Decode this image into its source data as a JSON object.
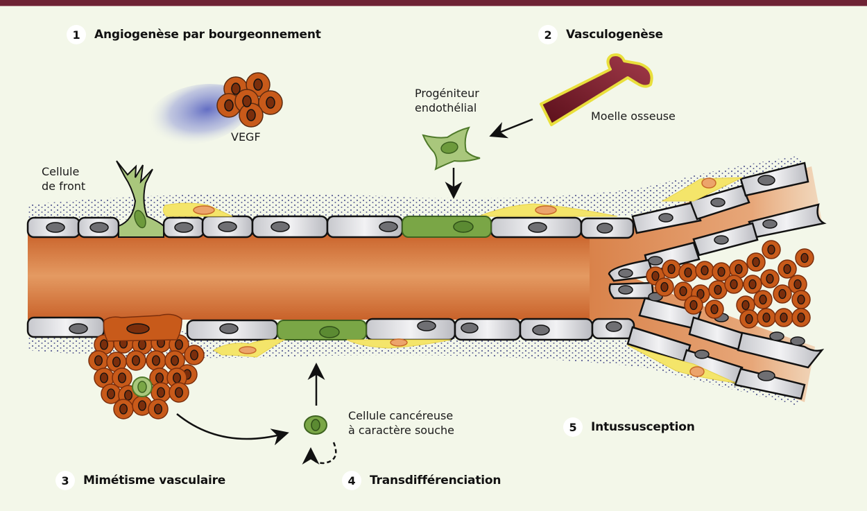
{
  "headings": [
    {
      "number": "1",
      "text": "Angiogenèse par bourgeonnement"
    },
    {
      "number": "2",
      "text": "Vasculogenèse"
    },
    {
      "number": "3",
      "text": "Mimétisme vasculaire"
    },
    {
      "number": "4",
      "text": "Transdifférenciation"
    },
    {
      "number": "5",
      "text": "Intussusception"
    }
  ],
  "labels": {
    "vegf": "VEGF",
    "tip_cell": "Cellule\nde front",
    "progenitor": "Progéniteur\nendothélial",
    "bone_marrow": "Moelle osseuse",
    "stem_cell": "Cellule cancéreuse\nà caractère souche"
  },
  "colors": {
    "header_bar": "#6e2334",
    "background": "#f3f7e9",
    "vessel_lumen": "#d9824a",
    "endothelial_cell": "#d6d7db",
    "nucleus": "#6f6f73",
    "tumor_cell": "#c85a1a",
    "tumor_nucleus": "#7a2e0c",
    "green_cell": "#7aa646",
    "pericyte": "#f4e56a",
    "matrix_dots": "#2c2f7a",
    "bone": "#6b1620",
    "vegf_cloud": "#5b67c4"
  }
}
